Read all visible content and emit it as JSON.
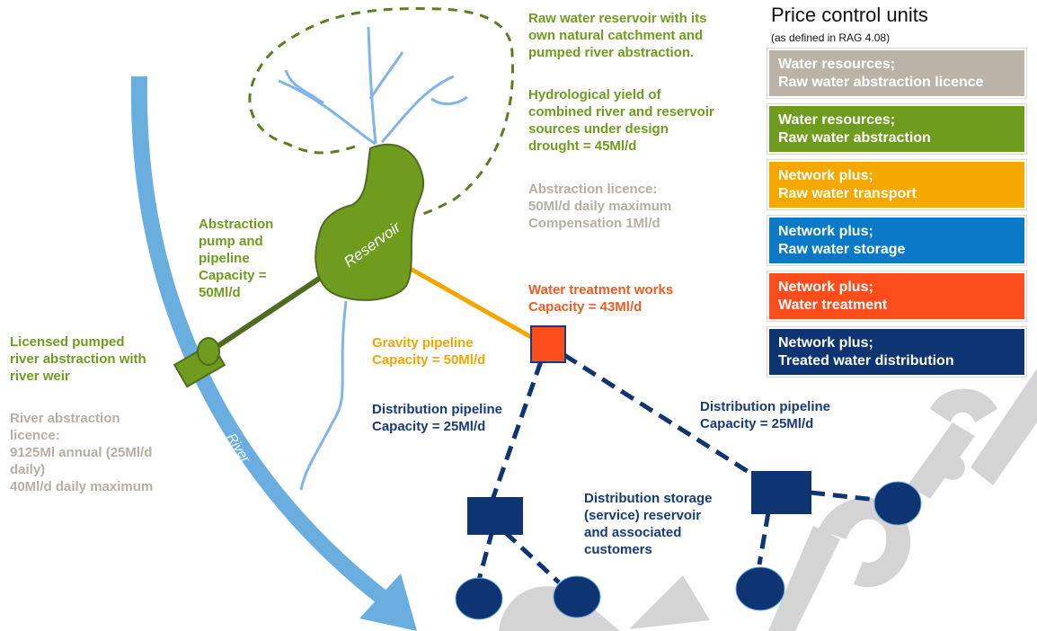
{
  "legend": {
    "title": "Price control units",
    "subtitle": "(as defined in RAG 4.08)",
    "items": [
      {
        "label": "Water resources;\nRaw water abstraction licence",
        "color": "#bcb3a8"
      },
      {
        "label": "Water resources;\nRaw water abstraction",
        "color": "#6f9b1e"
      },
      {
        "label": "Network plus;\nRaw water transport",
        "color": "#f5a800"
      },
      {
        "label": "Network plus;\nRaw water storage",
        "color": "#0b7ac6"
      },
      {
        "label": "Network plus;\nWater treatment",
        "color": "#fc4d1c"
      },
      {
        "label": "Network plus;\nTreated water distribution",
        "color": "#0e3472"
      }
    ]
  },
  "labels": {
    "reservoir_desc": "Raw water reservoir with its\nown natural catchment and\npumped river abstraction.",
    "yield": "Hydrological yield of\ncombined river and reservoir\nsources under design\ndrought = 45Ml/d",
    "licence": "Abstraction licence:\n50Ml/d daily maximum\nCompensation 1Ml/d",
    "pump": "Abstraction\npump and\npipeline\nCapacity =\n50Ml/d",
    "river_abstraction": "Licensed pumped\nriver abstraction with\nriver weir",
    "river_licence": "River abstraction\nlicence:\n9125Ml annual (25Ml/d\ndaily)\n40Ml/d daily maximum",
    "gravity": "Gravity pipeline\nCapacity = 50Ml/d",
    "wtw": "Water treatment works\nCapacity = 43Ml/d",
    "dist_left": "Distribution pipeline\nCapacity = 25Ml/d",
    "dist_right": "Distribution pipeline\nCapacity = 25Ml/d",
    "storage": "Distribution storage\n(service) reservoir\nand associated\ncustomers",
    "reservoir_name": "Reservoir",
    "river_name": "River"
  }
}
